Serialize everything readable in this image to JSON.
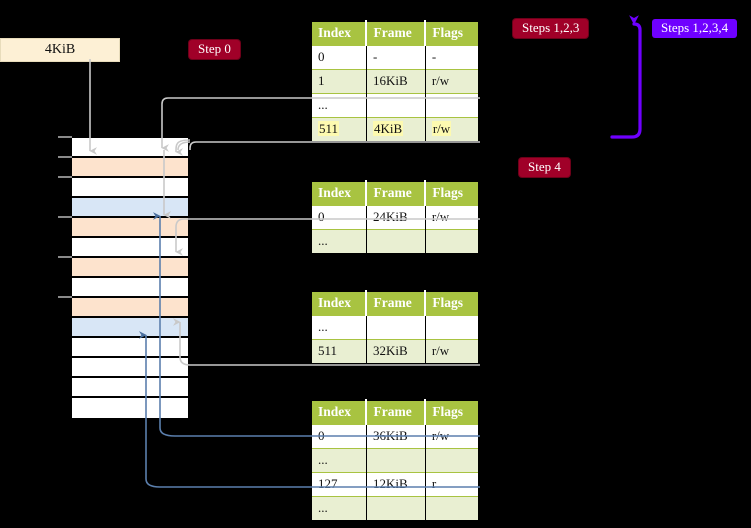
{
  "banner": {
    "label": "4KiB"
  },
  "badges": {
    "step0": "Step 0",
    "step123": "Steps 1,2,3",
    "step4": "Step 4",
    "step1234": "Steps 1,2,3,4"
  },
  "colors": {
    "badge_red": "#a00028",
    "badge_violet": "#6f00ff",
    "table_header": "#a8c341",
    "table_alt_row": "#e9efd2",
    "highlight": "#fdfab0",
    "mem_orange": "#fde3cd",
    "mem_blue": "#d8e6f6",
    "banner": "#fdf0d5",
    "arrow_grey": "#c9c9c9",
    "arrow_blue": "#5b7fad"
  },
  "memory": {
    "name": "physical-memory-column",
    "rows": [
      {
        "fill": "white"
      },
      {
        "fill": "orange"
      },
      {
        "fill": "white"
      },
      {
        "fill": "blue"
      },
      {
        "fill": "orange"
      },
      {
        "fill": "white"
      },
      {
        "fill": "orange"
      },
      {
        "fill": "white"
      },
      {
        "fill": "orange"
      },
      {
        "fill": "blue"
      },
      {
        "fill": "white"
      },
      {
        "fill": "white"
      },
      {
        "fill": "white"
      },
      {
        "fill": "white"
      }
    ],
    "tick_rows": [
      0,
      1,
      2,
      4,
      6,
      8
    ]
  },
  "tables": {
    "headers": [
      "Index",
      "Frame",
      "Flags"
    ],
    "level0": {
      "name": "page-table-level-0",
      "rows": [
        {
          "cells": [
            "0",
            "-",
            "-"
          ],
          "alt": false,
          "highlight": false
        },
        {
          "cells": [
            "1",
            "16KiB",
            "r/w"
          ],
          "alt": true,
          "highlight": false
        },
        {
          "cells": [
            "...",
            "",
            ""
          ],
          "alt": false,
          "highlight": false
        },
        {
          "cells": [
            "511",
            "4KiB",
            "r/w"
          ],
          "alt": true,
          "highlight": true
        }
      ]
    },
    "level1": {
      "name": "page-table-level-1",
      "rows": [
        {
          "cells": [
            "0",
            "24KiB",
            "r/w"
          ],
          "alt": false,
          "highlight": false
        },
        {
          "cells": [
            "...",
            "",
            ""
          ],
          "alt": true,
          "highlight": false
        }
      ]
    },
    "level2": {
      "name": "page-table-level-2",
      "rows": [
        {
          "cells": [
            "...",
            "",
            ""
          ],
          "alt": false,
          "highlight": false
        },
        {
          "cells": [
            "511",
            "32KiB",
            "r/w"
          ],
          "alt": true,
          "highlight": false
        }
      ]
    },
    "level3": {
      "name": "page-table-level-3",
      "rows": [
        {
          "cells": [
            "0",
            "36KiB",
            "r/w"
          ],
          "alt": false,
          "highlight": false
        },
        {
          "cells": [
            "...",
            "",
            ""
          ],
          "alt": true,
          "highlight": false
        },
        {
          "cells": [
            "127",
            "12KiB",
            "r"
          ],
          "alt": false,
          "highlight": false
        },
        {
          "cells": [
            "...",
            "",
            ""
          ],
          "alt": true,
          "highlight": false
        }
      ]
    }
  }
}
